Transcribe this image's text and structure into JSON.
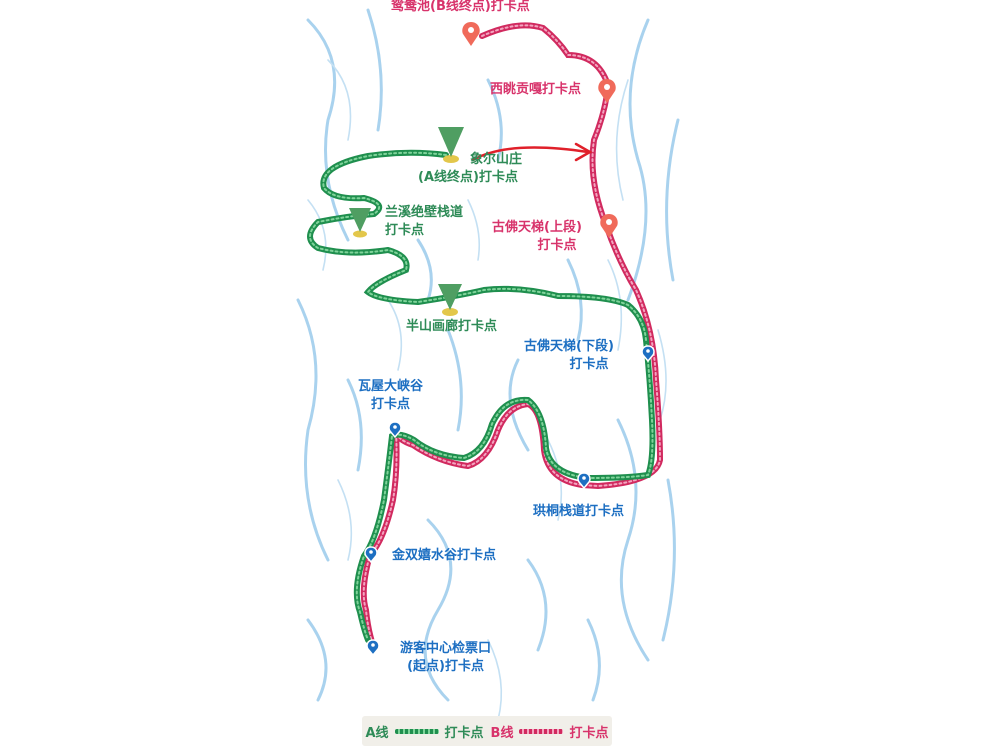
{
  "colors": {
    "a_route": "#1f8f4e",
    "b_route": "#d12a5f",
    "arrow": "#e0202a",
    "blue_marker": "#1d6fc2",
    "river": "#a9d2ee"
  },
  "labels": {
    "yuanyang_pool": "鸳鸯池(B线终点)打卡点",
    "xitiao_gongga": "西眺贡嘎打卡点",
    "xianger_villa_1": "象尔山庄",
    "xianger_villa_2": "(A线终点)打卡点",
    "lanxi_1": "兰溪绝壁栈道",
    "lanxi_2": "打卡点",
    "gufo_upper_1": "古佛天梯(上段)",
    "gufo_upper_2": "打卡点",
    "banshan": "半山画廊打卡点",
    "gufo_lower_1": "古佛天梯(下段)",
    "gufo_lower_2": "打卡点",
    "wawu_1": "瓦屋大峡谷",
    "wawu_2": "打卡点",
    "gongtong": "珙桐栈道打卡点",
    "jinshuang": "金双嬉水谷打卡点",
    "visitor_center_1": "游客中心检票口",
    "visitor_center_2": "(起点)打卡点"
  },
  "legend": {
    "a_label": "A线",
    "a_text": "打卡点",
    "b_label": "B线",
    "b_text": "打卡点"
  },
  "icons": {
    "pink_pin": "map-pin-icon",
    "green_pin": "triangle-pin-icon",
    "blue_pin": "blue-pin-icon"
  }
}
